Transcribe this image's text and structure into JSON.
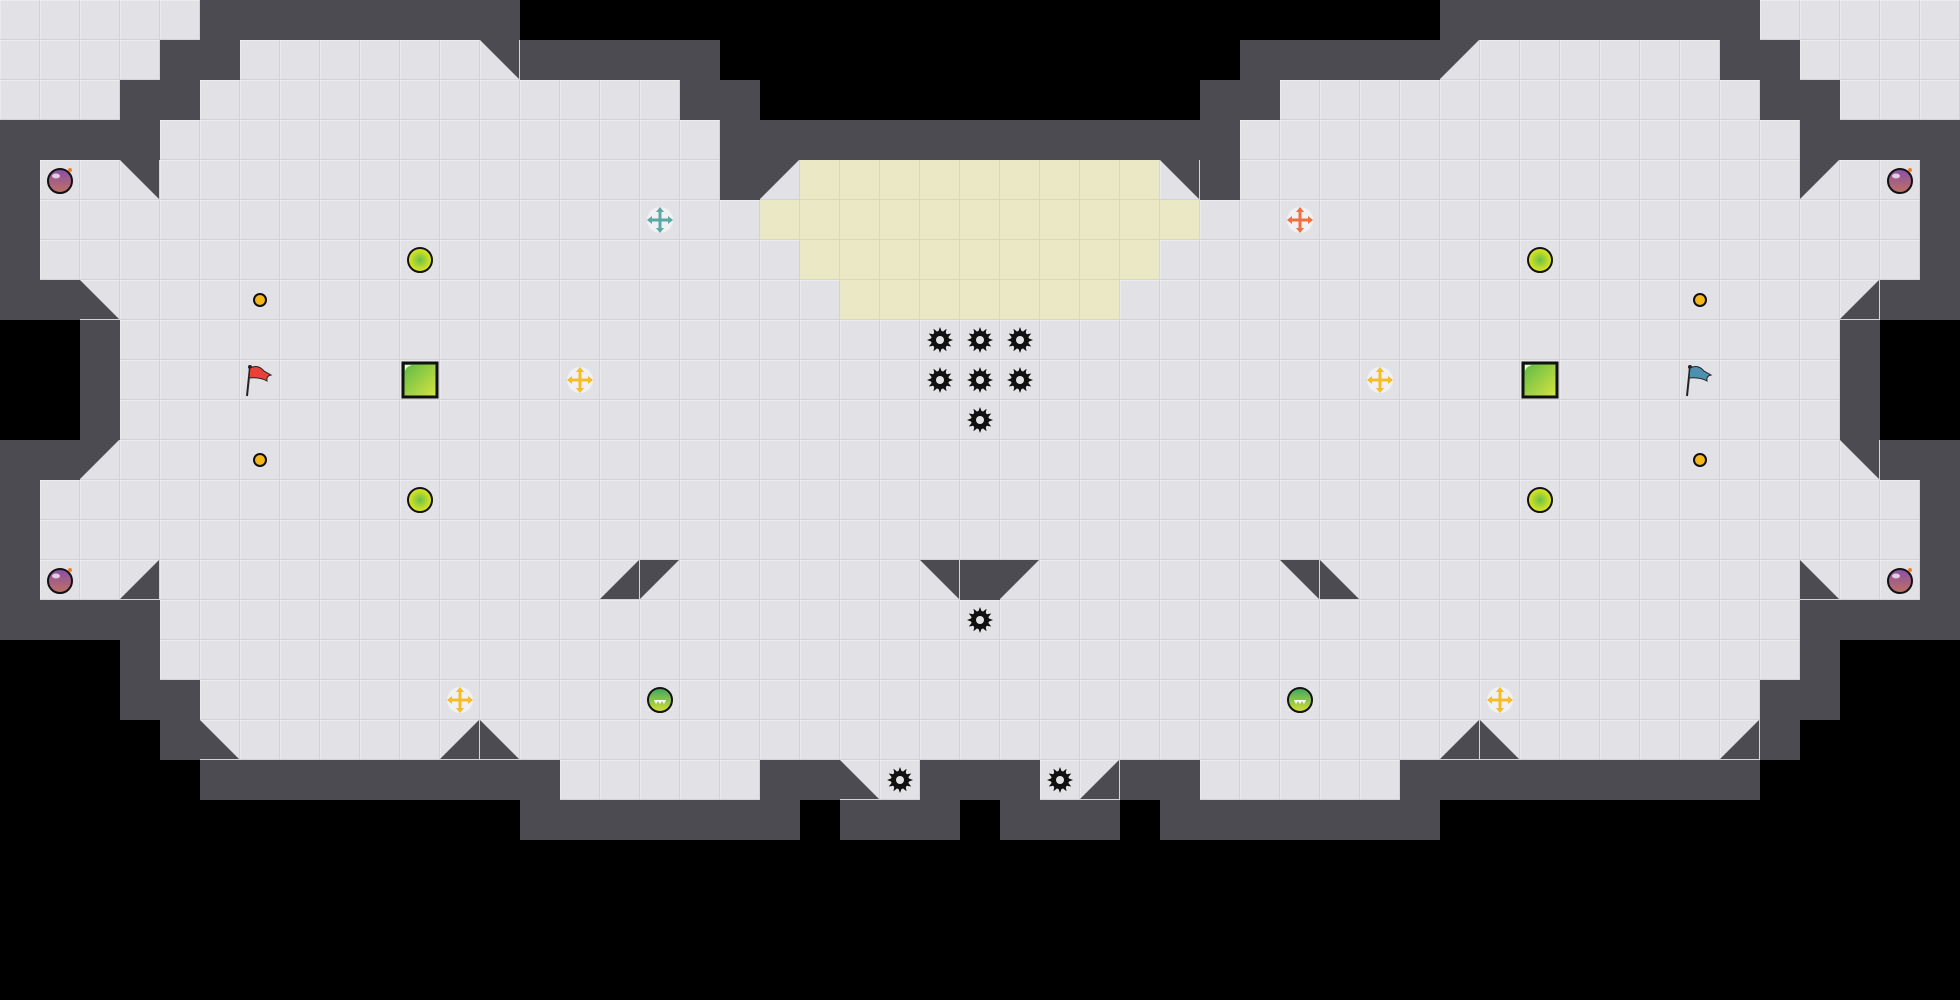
{
  "game": {
    "colors": {
      "wall": "#4b4b51",
      "floor": "#e2e2e6",
      "yellow_zone": "#ebe9c5",
      "red_flag": "#e8413a",
      "blue_flag": "#4f8fb0",
      "boost_yellow": "#f5bd2a",
      "boost_teal": "#5aa9a6",
      "boost_orange": "#f07040",
      "bomb": "#9a5a9a",
      "green_orb": "#d8e21c",
      "gate_green": "#8cc63f",
      "spike": "#111111"
    },
    "entities": [
      "red-flag",
      "blue-flag",
      "bomb",
      "speed-boost",
      "team-boost",
      "spike",
      "green-orb",
      "yellow-dot",
      "gate-block",
      "powerup-orb"
    ]
  }
}
